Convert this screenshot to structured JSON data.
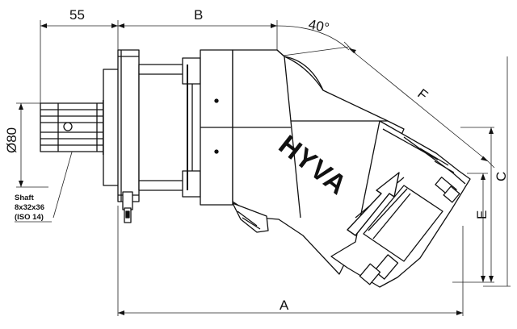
{
  "dimensions": {
    "shaft_length": "55",
    "body_length": "B",
    "bent_angle": "40°",
    "diameter": "Ø80",
    "overall_length": "A",
    "port_height_c": "C",
    "port_height_e": "E",
    "angled_length": "F"
  },
  "shaft_note": {
    "line1": "Shaft",
    "line2": "8x32x36",
    "line3": "(ISO 14)"
  },
  "brand": {
    "logo_text": "HYVA"
  }
}
